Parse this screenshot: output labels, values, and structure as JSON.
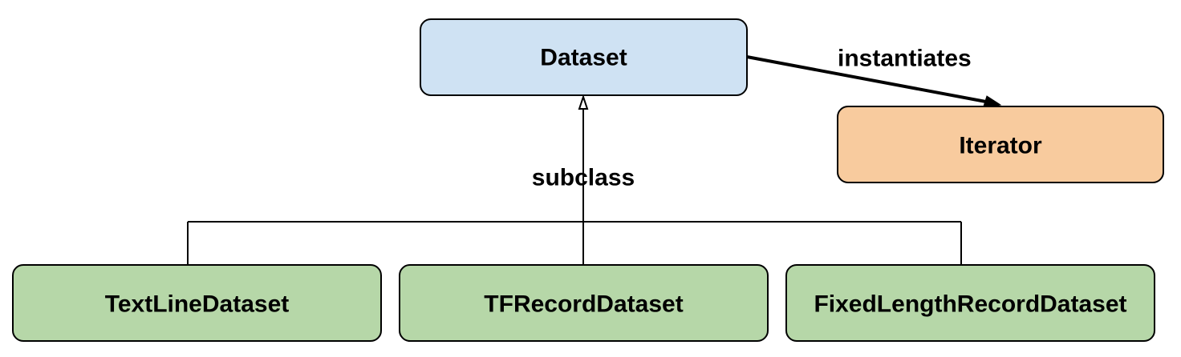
{
  "diagram": {
    "nodes": {
      "dataset": {
        "label": "Dataset",
        "fill": "#cfe2f3"
      },
      "iterator": {
        "label": "Iterator",
        "fill": "#f8cb9e"
      },
      "textline": {
        "label": "TextLineDataset",
        "fill": "#b6d7a8"
      },
      "tfrecord": {
        "label": "TFRecordDataset",
        "fill": "#b6d7a8"
      },
      "fixedlength": {
        "label": "FixedLengthRecordDataset",
        "fill": "#b6d7a8"
      }
    },
    "edges": {
      "instantiates": {
        "label": "instantiates"
      },
      "subclass": {
        "label": "subclass"
      }
    },
    "stroke_color": "#000000"
  }
}
